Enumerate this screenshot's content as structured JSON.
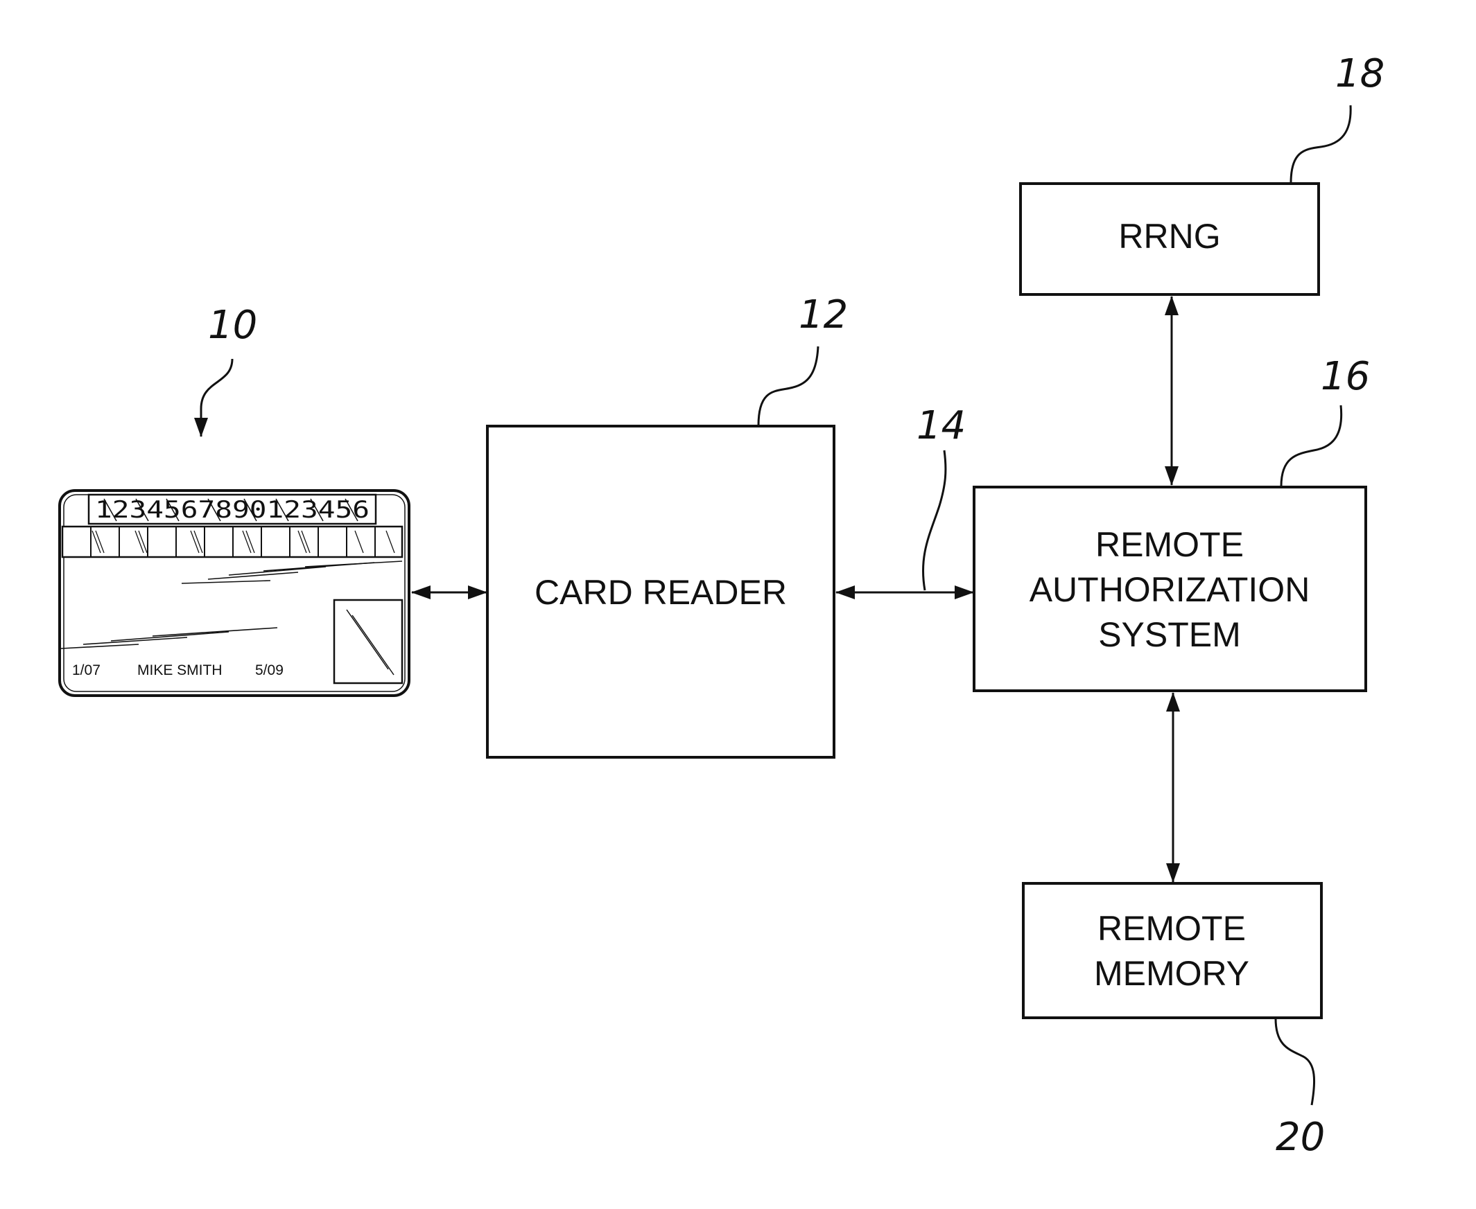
{
  "card": {
    "ref": "10",
    "number": "1234567890123456",
    "issue_date": "1/07",
    "holder": "MIKE SMITH",
    "expiry": "5/09"
  },
  "card_reader": {
    "ref": "12",
    "label": "CARD READER"
  },
  "link": {
    "ref": "14"
  },
  "remote_auth": {
    "ref": "16",
    "lines": [
      "REMOTE",
      "AUTHORIZATION",
      "SYSTEM"
    ]
  },
  "rrng": {
    "ref": "18",
    "label": "RRNG"
  },
  "remote_memory": {
    "ref": "20",
    "lines": [
      "REMOTE",
      "MEMORY"
    ]
  }
}
